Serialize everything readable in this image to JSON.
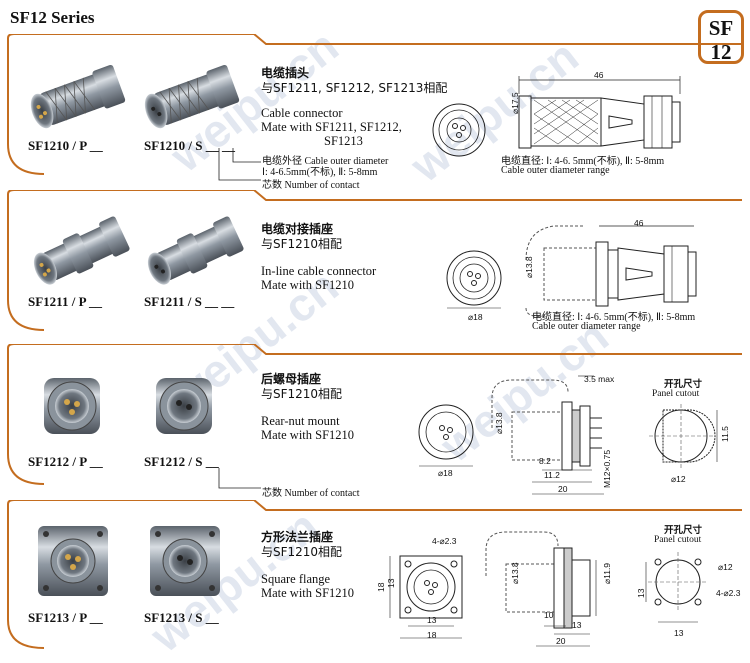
{
  "title": "SF12 Series",
  "badge": {
    "top": "SF",
    "bottom": "12"
  },
  "watermark": "weipu.cn",
  "colors": {
    "frame": "#c46d1f",
    "metal": "#9aa3ad"
  },
  "sections": [
    {
      "cn_title": "电缆插头",
      "cn_sub": "与SF1211, SF1212, SF1213相配",
      "en_title": "Cable connector",
      "en_sub": "Mate with  SF1211,  SF1212,",
      "en_sub2": "SF1213",
      "model_p": "SF1210 / P",
      "model_s": "SF1210 / S",
      "note1": "电缆外径 Cable outer diameter",
      "note2": "Ⅰ: 4-6.5mm(不标), Ⅱ: 5-8mm",
      "note3": "芯数 Number of contact",
      "dim_len": "46",
      "dim_dia": "⌀17.5",
      "range_cn": "电缆直径: Ⅰ: 4-6. 5mm(不标), Ⅱ: 5-8mm",
      "range_en": "Cable outer  diameter range"
    },
    {
      "cn_title": "电缆对接插座",
      "cn_sub": "与SF1210相配",
      "en_title": "In-line cable connector",
      "en_sub": "Mate with  SF1210",
      "model_p": "SF1211 / P",
      "model_s": "SF1211 / S",
      "dim_len": "46",
      "dim_dia": "⌀13.8",
      "dim_face": "⌀18",
      "range_cn": "电缆直径: Ⅰ: 4-6. 5mm(不标), Ⅱ: 5-8mm",
      "range_en": "Cable outer  diameter range"
    },
    {
      "cn_title": "后螺母插座",
      "cn_sub": "与SF1210相配",
      "en_title": "Rear-nut mount",
      "en_sub": "Mate with  SF1210",
      "model_p": "SF1212 / P",
      "model_s": "SF1212 / S",
      "note3": "芯数 Number of contact",
      "dim_face": "⌀18",
      "dim_dia": "⌀13.8",
      "dim_max": "3.5 max",
      "dim_82": "8.2",
      "dim_112": "11.2",
      "dim_20": "20",
      "dim_thread": "M12×0.75",
      "panel_cn": "开孔尺寸",
      "panel_en": "Panel cutout",
      "panel_w": "11.5",
      "panel_d": "⌀12"
    },
    {
      "cn_title": "方形法兰插座",
      "cn_sub": "与SF1210相配",
      "en_title": "Square flange",
      "en_sub": "Mate with  SF1210",
      "model_p": "SF1213 / P",
      "model_s": "SF1213 / S",
      "dim_holes": "4-⌀2.3",
      "dim_18a": "18",
      "dim_13a": "13",
      "dim_13b": "13",
      "dim_18b": "18",
      "dim_dia": "⌀13.8",
      "dim_119": "⌀11.9",
      "dim_10": "10",
      "dim_13c": "13",
      "dim_20": "20",
      "panel_cn": "开孔尺寸",
      "panel_en": "Panel cutout",
      "panel_d": "⌀12",
      "panel_holes": "4-⌀2.3",
      "panel_13a": "13",
      "panel_13b": "13"
    }
  ]
}
